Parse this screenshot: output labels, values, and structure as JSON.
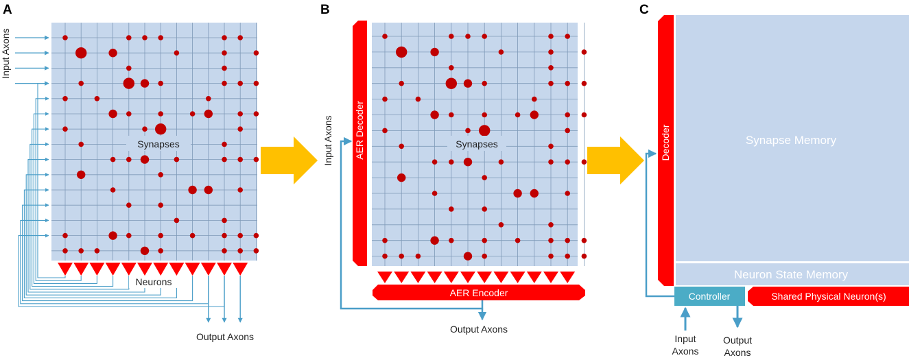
{
  "panels": {
    "a": {
      "letter": "A",
      "input_axons": "Input Axons",
      "synapses": "Synapses",
      "neurons": "Neurons",
      "output_axons": "Output Axons"
    },
    "b": {
      "letter": "B",
      "input_axons": "Input Axons",
      "aer_decoder": "AER Decoder",
      "synapses": "Synapses",
      "aer_encoder": "AER Encoder",
      "output_axons": "Output Axons"
    },
    "c": {
      "letter": "C",
      "decoder": "Decoder",
      "synapse_memory": "Synapse Memory",
      "neuron_state_memory": "Neuron State Memory",
      "controller": "Controller",
      "shared_neuron": "Shared Physical Neuron(s)",
      "input_axons_1": "Input",
      "input_axons_2": "Axons",
      "output_axons_1": "Output",
      "output_axons_2": "Axons"
    }
  },
  "colors": {
    "grid_fill": "#c6d7ec",
    "grid_line": "#7f9ab8",
    "synapse": "#c00000",
    "neuron_red": "#ff0000",
    "wire": "#4a9ec8",
    "arrow": "#ffc000",
    "controller": "#4bacc6",
    "memory_fill": "#c5d6ec"
  },
  "synapse_matrix": [
    [
      1,
      0,
      0,
      0,
      1,
      1,
      1,
      0,
      0,
      0,
      1,
      1,
      0
    ],
    [
      0,
      3,
      0,
      2,
      0,
      0,
      0,
      1,
      0,
      0,
      1,
      0,
      1
    ],
    [
      0,
      0,
      0,
      0,
      1,
      0,
      0,
      0,
      0,
      0,
      1,
      0,
      0
    ],
    [
      0,
      1,
      0,
      0,
      3,
      2,
      1,
      0,
      0,
      0,
      1,
      1,
      1
    ],
    [
      1,
      0,
      1,
      0,
      0,
      0,
      0,
      0,
      0,
      1,
      0,
      0,
      0
    ],
    [
      0,
      0,
      0,
      2,
      1,
      0,
      1,
      0,
      1,
      2,
      0,
      1,
      1
    ],
    [
      1,
      0,
      0,
      0,
      0,
      1,
      3,
      0,
      0,
      0,
      0,
      1,
      0
    ],
    [
      0,
      1,
      0,
      0,
      0,
      0,
      0,
      0,
      0,
      0,
      1,
      0,
      0
    ],
    [
      0,
      0,
      0,
      1,
      1,
      2,
      0,
      1,
      0,
      0,
      1,
      1,
      1
    ],
    [
      0,
      2,
      0,
      0,
      0,
      0,
      1,
      0,
      0,
      0,
      0,
      0,
      0
    ],
    [
      0,
      0,
      0,
      1,
      0,
      0,
      0,
      0,
      2,
      2,
      0,
      1,
      0
    ],
    [
      0,
      0,
      0,
      0,
      1,
      0,
      1,
      0,
      0,
      0,
      0,
      0,
      0
    ],
    [
      0,
      0,
      0,
      0,
      0,
      0,
      0,
      1,
      0,
      0,
      1,
      0,
      0
    ],
    [
      1,
      0,
      0,
      2,
      1,
      0,
      1,
      0,
      1,
      0,
      1,
      1,
      1
    ],
    [
      1,
      1,
      1,
      0,
      0,
      2,
      1,
      0,
      0,
      0,
      1,
      1,
      1
    ]
  ],
  "neuron_count": 12
}
